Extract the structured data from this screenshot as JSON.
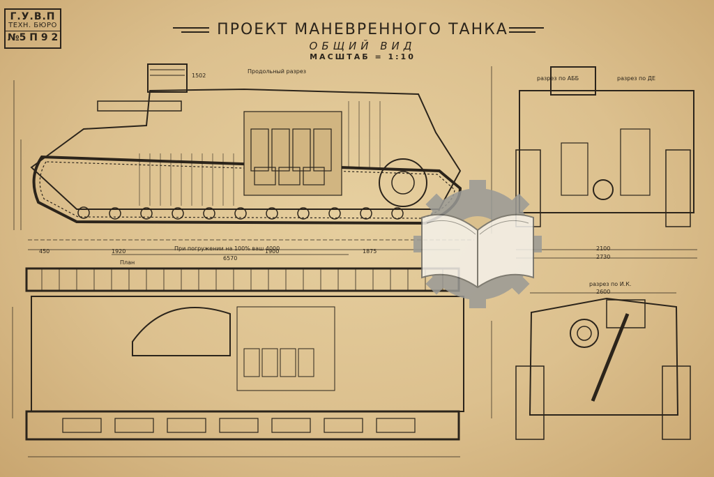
{
  "stamp": {
    "line1": "Г.У.В.П",
    "line2": "ТЕХН. БЮРО",
    "line3": "№5 П 9 2"
  },
  "title": {
    "main": "ПРОЕКТ МАНЕВРЕННОГО ТАНКА",
    "sub": "ОБЩИЙ ВИД",
    "scale": "МАСШТАБ = 1:10"
  },
  "views": {
    "side_label": "Продольный разрез",
    "plan_label": "План",
    "section_ab": "разрез по АББ",
    "section_de": "разрез по ДЕ",
    "section_ik": "разрез по И.К."
  },
  "dimensions": {
    "d450": "450",
    "d1920": "1920",
    "d1900": "1900",
    "d1875": "1875",
    "d6570": "6570",
    "d2100": "2100",
    "d2730": "2730",
    "d2600": "2600",
    "d1502": "1502",
    "note": "При погружении на 100% ваш 4000"
  },
  "watermark": {
    "name": "book-gear-logo"
  }
}
